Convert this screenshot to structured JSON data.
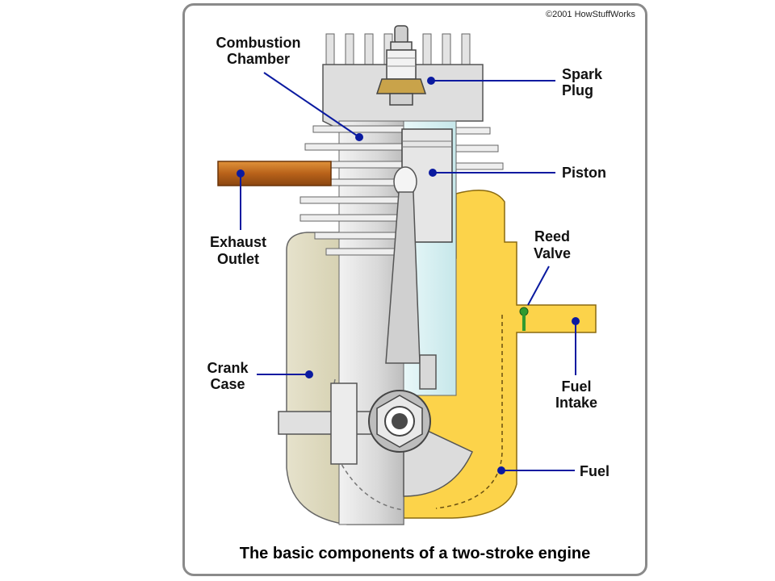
{
  "copyright": "©2001 HowStuffWorks",
  "caption": "The basic components of a two-stroke engine",
  "labels": {
    "combustion_chamber": [
      "Combustion",
      "Chamber"
    ],
    "spark_plug": [
      "Spark",
      "Plug"
    ],
    "piston": [
      "Piston"
    ],
    "exhaust_outlet": [
      "Exhaust",
      "Outlet"
    ],
    "reed_valve": [
      "Reed",
      "Valve"
    ],
    "crank_case": [
      "Crank",
      "Case"
    ],
    "fuel_intake": [
      "Fuel",
      "Intake"
    ],
    "fuel": [
      "Fuel"
    ]
  },
  "colors": {
    "leader": "#0a1aa0",
    "fuel": "#fcd34a",
    "exhaust": "#c8731a",
    "metal": "#d9d9d9",
    "glass": "#d9f1f3",
    "valve": "#2f9a2f"
  }
}
